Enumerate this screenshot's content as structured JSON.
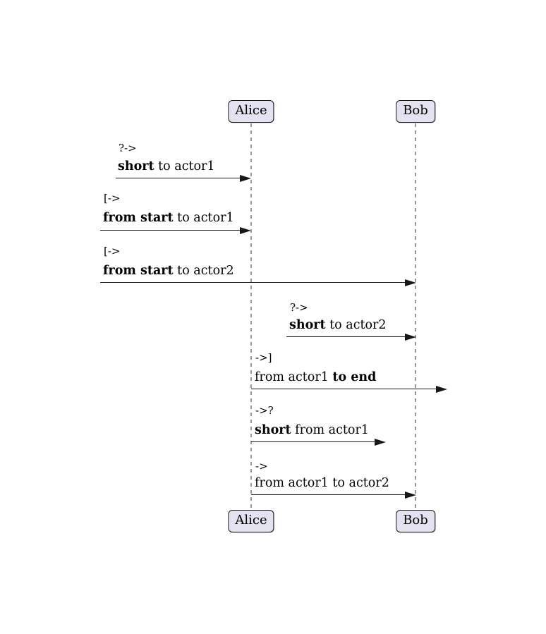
{
  "diagram": {
    "type": "sequence-diagram",
    "actors": [
      {
        "name": "Alice"
      },
      {
        "name": "Bob"
      }
    ],
    "messages": [
      {
        "operator": "?->",
        "from": "offstage-left-short",
        "to": "Alice",
        "parts": [
          {
            "text": "short",
            "bold": true
          },
          {
            "text": " to actor1",
            "bold": false
          }
        ]
      },
      {
        "operator": "[->",
        "from": "left-edge",
        "to": "Alice",
        "parts": [
          {
            "text": "from start",
            "bold": true
          },
          {
            "text": " to actor1",
            "bold": false
          }
        ]
      },
      {
        "operator": "[->",
        "from": "left-edge",
        "to": "Bob",
        "parts": [
          {
            "text": "from start",
            "bold": true
          },
          {
            "text": " to actor2",
            "bold": false
          }
        ]
      },
      {
        "operator": "?->",
        "from": "offstage-short",
        "to": "Bob",
        "parts": [
          {
            "text": "short",
            "bold": true
          },
          {
            "text": " to actor2",
            "bold": false
          }
        ]
      },
      {
        "operator": "->]",
        "from": "Alice",
        "to": "right-edge",
        "parts": [
          {
            "text": "from actor1 ",
            "bold": false
          },
          {
            "text": "to end",
            "bold": true
          }
        ]
      },
      {
        "operator": "->?",
        "from": "Alice",
        "to": "offstage-short",
        "parts": [
          {
            "text": "short",
            "bold": true
          },
          {
            "text": " from actor1",
            "bold": false
          }
        ]
      },
      {
        "operator": "->",
        "from": "Alice",
        "to": "Bob",
        "parts": [
          {
            "text": "from actor1 to actor2",
            "bold": false
          }
        ]
      }
    ],
    "colors": {
      "actor_fill": "#E2E2F0",
      "actor_border": "#181818",
      "lifeline": "#999999",
      "arrow": "#181818",
      "text": "#000000"
    }
  }
}
